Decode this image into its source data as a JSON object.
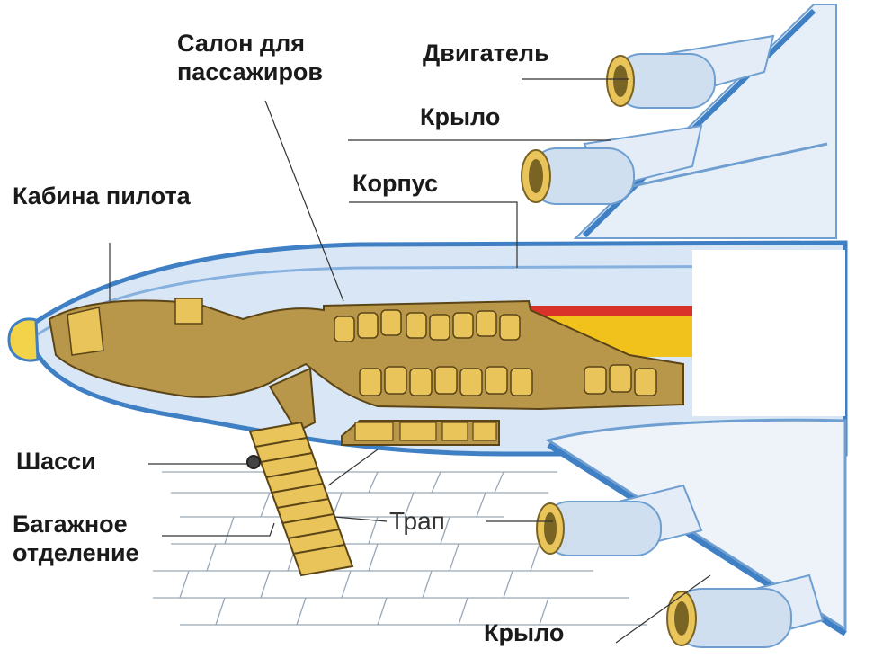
{
  "labels": {
    "salon": [
      "Салон для",
      "пассажиров"
    ],
    "engine": "Двигатель",
    "wing_top": "Крыло",
    "hull": "Корпус",
    "cockpit": "Кабина пилота",
    "chassis": "Шасси",
    "baggage": [
      "Багажное",
      "отделение"
    ],
    "ramp": "Трап",
    "wing_bottom": "Крыло"
  },
  "colors": {
    "fuselage": "#d8e6f6",
    "fuselage_stroke": "#3f7fc4",
    "cabin": "#b8964a",
    "seat": "#e9c45a",
    "stripe_red": "#d8322b",
    "stripe_yellow": "#f2c21c",
    "nose": "#f3d34a",
    "engine": "#cfdff0"
  }
}
